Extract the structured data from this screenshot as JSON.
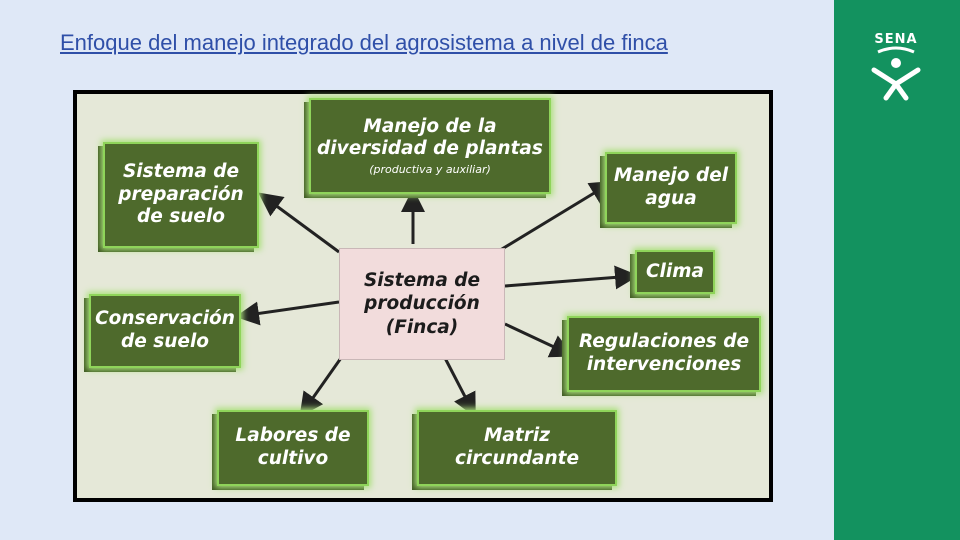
{
  "slide": {
    "title": "Enfoque del manejo integrado del agrosistema a nivel de finca"
  },
  "sidebar": {
    "logo_text": "SENA",
    "color": "#13925f"
  },
  "diagram": {
    "center": "Sistema de\nproducción\n(Finca)",
    "nodes": {
      "preparacion": "Sistema de\npreparación\nde suelo",
      "diversidad": "Manejo de la\ndiversidad de plantas",
      "diversidad_sub": "(productiva y auxiliar)",
      "agua": "Manejo del\nagua",
      "clima": "Clima",
      "conservacion": "Conservación\nde suelo",
      "regulaciones": "Regulaciones de\nintervenciones",
      "labores": "Labores de\ncultivo",
      "matriz": "Matriz\ncircundante"
    },
    "colors": {
      "node_fill": "#4e6a2c",
      "node_glow": "#8fd45a",
      "center_fill": "#f2dcdc"
    }
  }
}
